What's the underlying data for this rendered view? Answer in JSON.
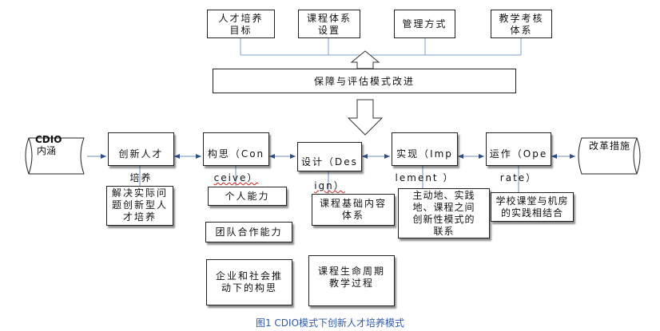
{
  "top_boxes": [
    {
      "text": "人才培养\n目标"
    },
    {
      "text": "课程体系\n设置"
    },
    {
      "text": "管理方式"
    },
    {
      "text": "教学考核\n体系"
    }
  ],
  "guarantee": "保障与评估模式改进",
  "left_scroll": {
    "line1": "CDIO",
    "line2": "内涵"
  },
  "right_scroll": "改革措施",
  "stages": [
    {
      "line1": "创新人才",
      "line2": "培养"
    },
    {
      "line1": "构思（Con",
      "line2": "ceive）"
    },
    {
      "line1": "设计（Des",
      "line2": "ign）"
    },
    {
      "line1": "实现（Imp",
      "line2": "lement ）"
    },
    {
      "line1": "运作（Ope",
      "line2": "rate）"
    }
  ],
  "details": {
    "innovation": "解决实际问\n题创新型人\n才培养",
    "conceive": [
      "个人能力",
      "团队合作能力",
      "企业和社会推\n动下的构思"
    ],
    "design": [
      "课程基础内容\n体系",
      "课程生命周期\n教学过程"
    ],
    "implement": "主动地、实践\n地、课程之间\n创新性模式的\n联系",
    "operate": "学校课堂与机房\n的实践相结合"
  },
  "caption": "图1 CDIO模式下创新人才培养模式"
}
